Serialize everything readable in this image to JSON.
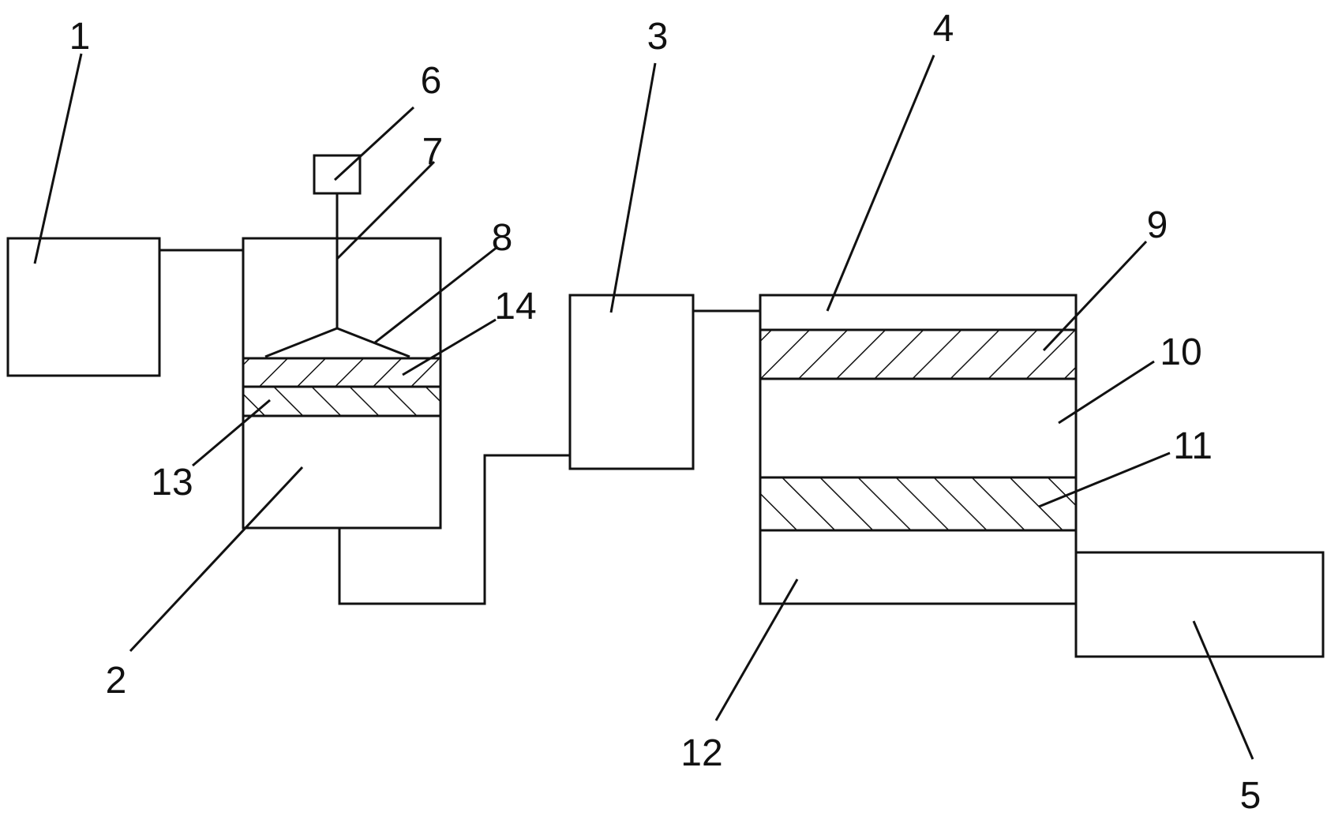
{
  "labels": {
    "l1": "1",
    "l2": "2",
    "l3": "3",
    "l4": "4",
    "l5": "5",
    "l6": "6",
    "l7": "7",
    "l8": "8",
    "l9": "9",
    "l10": "10",
    "l11": "11",
    "l12": "12",
    "l13": "13",
    "l14": "14"
  },
  "colors": {
    "stroke": "#111111",
    "background": "#ffffff"
  }
}
